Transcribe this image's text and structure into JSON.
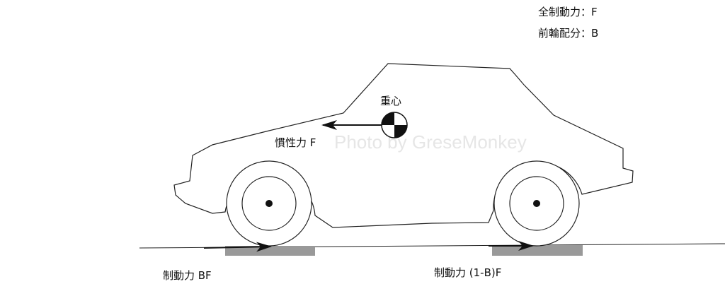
{
  "legend": {
    "total_braking": "全制動力：F",
    "front_distribution": "前輪配分：B"
  },
  "labels": {
    "center_of_gravity": "重心",
    "inertia_force": "慣性力 F",
    "front_braking": "制動力 BF",
    "rear_braking": "制動力 (1-B)F"
  },
  "watermark": "Photo by GreseMonkey",
  "colors": {
    "line": "#111111",
    "pad": "#999999"
  }
}
